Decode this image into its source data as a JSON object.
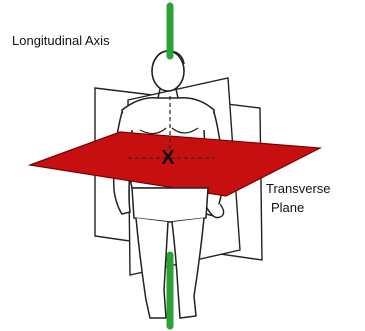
{
  "labels": {
    "axis": "Longitudinal Axis",
    "plane_line1": "Transverse",
    "plane_line2": "Plane"
  },
  "colors": {
    "axis": "#2aa336",
    "transverse_plane": "#c80f0f",
    "vertical_planes": "#ffffff",
    "outline": "#222222"
  },
  "marker": "X"
}
